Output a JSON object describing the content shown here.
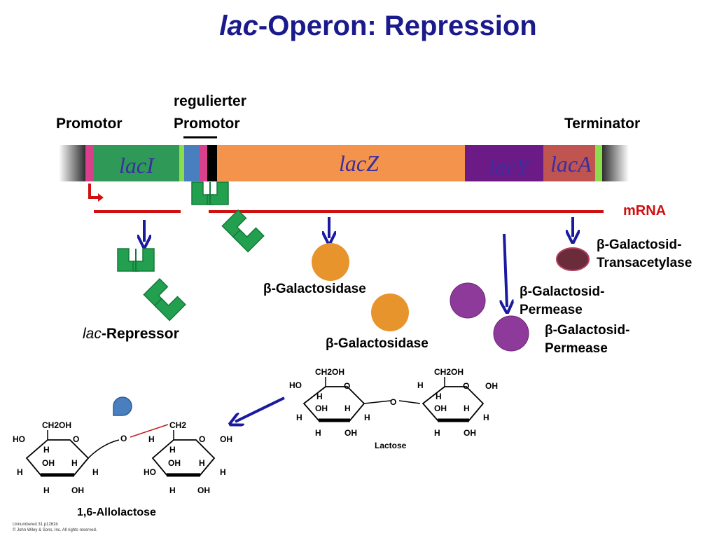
{
  "title": {
    "italic": "lac",
    "rest": "-Operon: Repression"
  },
  "labels": {
    "promotor": "Promotor",
    "regulated_promotor_line1": "regulierter",
    "regulated_promotor_line2": "Promotor",
    "terminator": "Terminator",
    "mrna": "mRNA",
    "repressor_italic": "lac",
    "repressor_rest": "-Repressor"
  },
  "genes": {
    "lacI": "lacI",
    "lacZ": "lacZ",
    "lacY": "lacY",
    "lacA": "lacA"
  },
  "proteins": {
    "galactosidase_1": "β-Galactosidase",
    "galactosidase_2": "β-Galactosidase",
    "permease_1_line1": "β-Galactosid-",
    "permease_1_line2": "Permease",
    "permease_2_line1": "β-Galactosid-",
    "permease_2_line2": "Permease",
    "transacetylase_line1": "β-Galactosid-",
    "transacetylase_line2": "Transacetylase"
  },
  "chemistry": {
    "lactose": {
      "name": "Lactose",
      "ring1": {
        "top": "CH2OH",
        "o": "O",
        "ho": "HO",
        "h": "H",
        "oh": "OH"
      },
      "link_o": "O",
      "ring2": {
        "top": "CH2OH",
        "o": "O",
        "oh": "OH",
        "h": "H"
      }
    },
    "allolactose": {
      "name": "1,6-Allolactose",
      "ring1": {
        "top": "CH2OH",
        "o": "O",
        "ho": "HO",
        "h": "H",
        "oh": "OH"
      },
      "link_o": "O",
      "ring2": {
        "top": "CH2",
        "o": "O",
        "oh": "OH",
        "h": "H",
        "ho": "HO"
      }
    }
  },
  "copyright": {
    "line1": "Unnumbered 31 p1261b",
    "line2": "© John Wiley & Sons, Inc. All rights reserved."
  },
  "colors": {
    "title": "#1a1a8c",
    "lacI": "#2f9a58",
    "lacZ": "#f4944c",
    "lacY": "#6c1a86",
    "lacA": "#c05450",
    "mrna": "#d01010",
    "repressor": "#22a050",
    "galactosidase": "#e8942c",
    "permease": "#8e3a9a",
    "transacetylase": "#6a2c3a",
    "arrow": "#1a1aa0",
    "inducer": "#4a7fbf"
  }
}
